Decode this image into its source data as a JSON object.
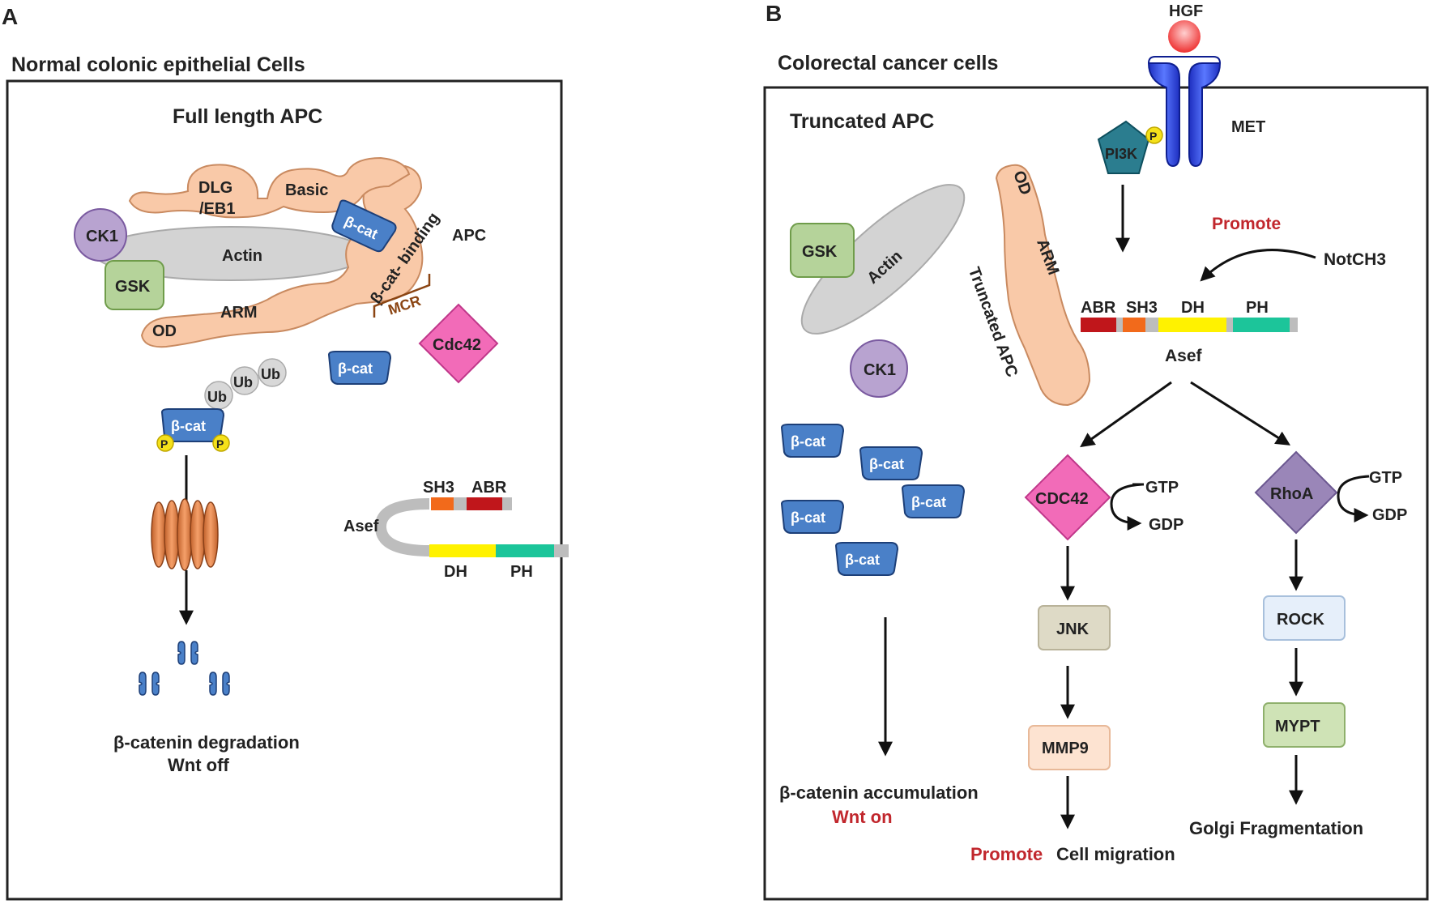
{
  "panel_a": {
    "letter": "A",
    "title": "Normal colonic epithelial Cells",
    "subtitle": "Full length APC",
    "labels": {
      "dlg": "DLG",
      "eb1": "/EB1",
      "basic": "Basic",
      "ck1": "CK1",
      "actin": "Actin",
      "gsk": "GSK",
      "arm": "ARM",
      "od": "OD",
      "bcat_binding": "β-cat- binding",
      "apc": "APC",
      "mcr": "MCR",
      "bcat": "β-cat",
      "cdc42": "Cdc42",
      "ub": "Ub",
      "p": "P",
      "sh3": "SH3",
      "abr": "ABR",
      "asef": "Asef",
      "dh": "DH",
      "ph": "PH"
    },
    "outcome": {
      "line1": "β-catenin degradation",
      "line2": "Wnt off"
    }
  },
  "panel_b": {
    "letter": "B",
    "title": "Colorectal cancer cells",
    "subtitle": "Truncated APC",
    "labels": {
      "hgf": "HGF",
      "met": "MET",
      "pi3k": "PI3K",
      "p": "P",
      "od": "OD",
      "arm": "ARM",
      "actin": "Actin",
      "gsk": "GSK",
      "ck1": "CK1",
      "truncated_apc": "Truncated APC",
      "promote": "Promote",
      "notch3": "NotCH3",
      "abr": "ABR",
      "sh3": "SH3",
      "dh": "DH",
      "ph": "PH",
      "asef": "Asef",
      "bcat": "β-cat",
      "cdc42": "CDC42",
      "rhoa": "RhoA",
      "gtp": "GTP",
      "gdp": "GDP",
      "jnk": "JNK",
      "mmp9": "MMP9",
      "rock": "ROCK",
      "mypt": "MYPT",
      "golgi": "Golgi Fragmentation",
      "cell_migration": "Cell migration"
    },
    "outcome": {
      "line1": "β-catenin accumulation",
      "line2": "Wnt on"
    }
  },
  "colors": {
    "apc": "#f9c9a8",
    "actin": "#d3d3d3",
    "ck1": "#b8a3d0",
    "gsk": "#b5d39a",
    "bcat": "#4a80c8",
    "cdc42": "#f26bb8",
    "rhoa": "#9a86b8",
    "met": "#2846e0",
    "pi3k": "#2b7d8f",
    "sh3": "#f26a1b",
    "abr": "#c0161b",
    "dh": "#fff200",
    "ph": "#1cc59a",
    "promote": "#c1272d"
  }
}
